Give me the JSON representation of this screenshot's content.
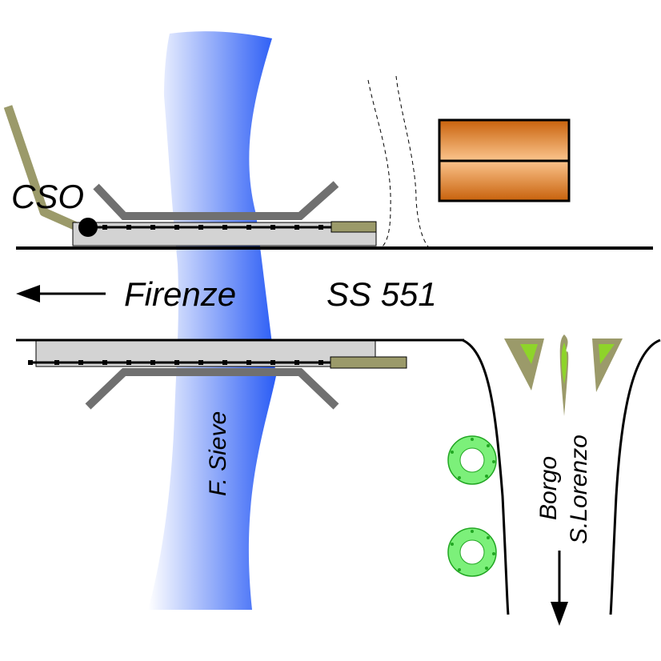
{
  "labels": {
    "cso": "CSO",
    "firenze": "Firenze",
    "road": "SS 551",
    "river": "F. Sieve",
    "borgo_line1": "Borgo",
    "borgo_line2": "S.Lorenzo"
  },
  "colors": {
    "river_dark": "#2a5cf5",
    "river_light": "#ffffff",
    "bridge_deck": "#d3d3d3",
    "bridge_arm": "#707070",
    "olive": "#9b9a6a",
    "building_dark": "#c8620c",
    "building_light": "#fbc48c",
    "tree": "#7cf07a",
    "tree_outline": "#21a622",
    "leaf": "#8ed42a"
  },
  "icons": {
    "building": "building-icon",
    "tree": "tree-icon",
    "traffic_island": "traffic-island-icon",
    "arrow_west": "arrow-left-icon",
    "arrow_south": "arrow-down-icon"
  }
}
